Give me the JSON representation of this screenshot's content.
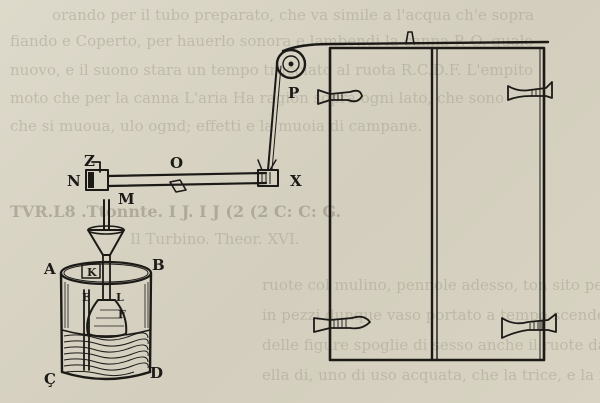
{
  "bleed_text": [
    "orando per il tubo preparato, che va simile a l'acqua ch'e sopra",
    "fiando e Coperto, per hauerlo sonora e lambendi la canna P. O. quale",
    "nuovo, e il suono stara un tempo trucciato al ruota R.C.D.F. L'empito",
    "moto che per la canna L'aria Ha ragion sopra ogni lato, che sono",
    "che si muoua, ulo ognd; effetti e la muoia di campane.",
    "Il Turbino. Theor. XVI.",
    "ruote col mulino, pennole adesso, ton sito per bandi, da pate",
    "in pezzi dunque vaso portato a tempo scende, quanto fa",
    "delle figure spoglie di sesso anche il ruote dal vaso.",
    "ella di, uno di uso acquata, che la trice, e la mette,"
  ],
  "bleed_heading": "TVR.L8 .Ttonnte. I J. I J (2 (2 C: C: G.",
  "labels": {
    "A": "A",
    "B": "B",
    "C": "Ç",
    "D": "D",
    "E": "E",
    "F": "F",
    "K": "K",
    "L": "L",
    "M": "M",
    "N": "N",
    "O": "O",
    "P": "P",
    "X": "X",
    "Z": "Z"
  }
}
